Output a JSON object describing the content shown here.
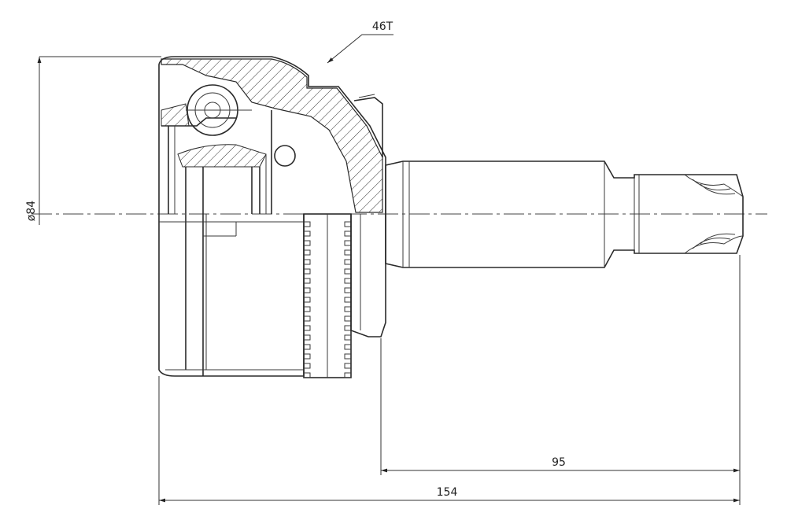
{
  "drawing": {
    "annotations": {
      "teeth_label": "46T",
      "diameter_label": "ø84",
      "length_95": "95",
      "length_154": "154"
    }
  }
}
